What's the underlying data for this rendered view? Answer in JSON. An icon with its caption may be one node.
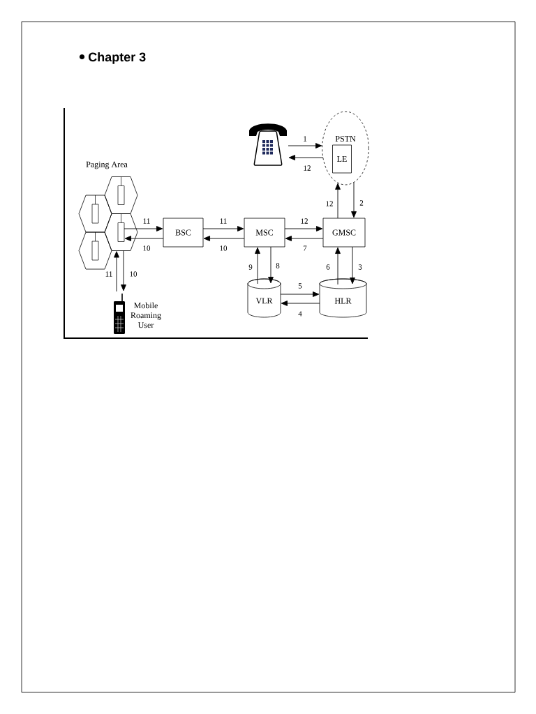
{
  "diagram": {
    "title": "Chapter 3",
    "nodes": [
      {
        "text": [],
        "shape": "picture"
      },
      {
        "text": [
          "PSTN"
        ]
      },
      {
        "text": [
          "LE"
        ],
        "in": 1
      },
      {
        "text": [],
        "shape": "hexagon"
      },
      {
        "text": [],
        "shape": "hexagon"
      },
      {
        "text": [],
        "shape": "hexagon"
      },
      {
        "text": [],
        "shape": "hexagon"
      },
      {
        "text": [
          "BSC"
        ]
      },
      {
        "text": [
          "MSC"
        ]
      },
      {
        "text": [
          "GMSC"
        ]
      },
      {
        "text": [
          "VLR"
        ]
      },
      {
        "text": [
          "HLR"
        ]
      },
      {
        "text": [],
        "shape": "picture",
        "beside": [
          "Mobile Roaming User"
        ]
      }
    ],
    "edges": [
      {
        "from": 0,
        "to": 1,
        "arrow": "to",
        "label": "1"
      },
      {
        "from": 1,
        "to": 9,
        "arrow": "to",
        "label": "2"
      },
      {
        "from": 9,
        "to": 11,
        "arrow": "to",
        "label": "3"
      },
      {
        "from": 11,
        "to": 10,
        "arrow": "to",
        "label": "4"
      },
      {
        "from": 10,
        "to": 11,
        "arrow": "to",
        "label": "5"
      },
      {
        "from": 11,
        "to": 9,
        "arrow": "to",
        "label": "6"
      },
      {
        "from": 9,
        "to": 8,
        "arrow": "to",
        "label": "7"
      },
      {
        "from": 8,
        "to": 10,
        "arrow": "to",
        "label": "8"
      },
      {
        "from": 10,
        "to": 8,
        "arrow": "to",
        "label": "9"
      },
      {
        "from": 8,
        "to": 7,
        "arrow": "to",
        "label": "10"
      },
      {
        "from": 7,
        "to": 5,
        "arrow": "to",
        "label": "10"
      },
      {
        "from": 5,
        "to": 12,
        "arrow": "to",
        "label": "10"
      },
      {
        "from": 12,
        "to": 5,
        "arrow": "to",
        "label": "11"
      },
      {
        "from": 5,
        "to": 7,
        "arrow": "to",
        "label": "11"
      },
      {
        "from": 7,
        "to": 8,
        "arrow": "to",
        "label": "11"
      },
      {
        "from": 8,
        "to": 9,
        "arrow": "to",
        "label": "12"
      },
      {
        "from": 9,
        "to": 1,
        "arrow": "to",
        "label": "12"
      },
      {
        "from": 1,
        "to": 0,
        "arrow": "to",
        "label": "12"
      }
    ],
    "labels": [
      "Paging Area"
    ]
  }
}
